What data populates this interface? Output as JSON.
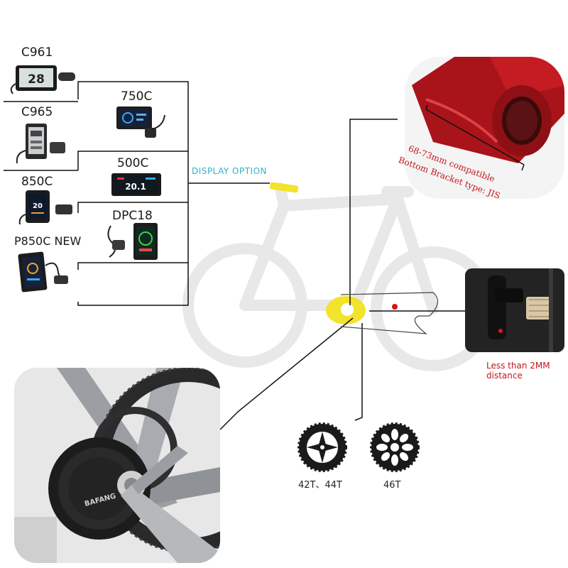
{
  "displays": [
    {
      "label": "C961",
      "screen_text": "28"
    },
    {
      "label": "750C",
      "screen_text": ""
    },
    {
      "label": "C965",
      "screen_text": ""
    },
    {
      "label": "500C",
      "screen_text": "20.1"
    },
    {
      "label": "850C",
      "screen_text": "20"
    },
    {
      "label": "DPC18",
      "screen_text": ""
    },
    {
      "label": "P850C NEW",
      "screen_text": ""
    }
  ],
  "display_option_label": "DISPLAY OPTION",
  "bottom_bracket": {
    "line1": "68-73mm compatible",
    "line2": "Bottom Bracket type: JIS"
  },
  "sensor_note": {
    "line1": "Less than 2MM",
    "line2": "distance"
  },
  "chainrings": [
    {
      "label": "42T、44T"
    },
    {
      "label": "46T"
    }
  ],
  "motor_brand": "BAFANG",
  "colors": {
    "accent_option": "#2fb3c6",
    "frame_red": "#b0161a",
    "note_red": "#c4161c",
    "highlight_yellow": "#f2e32c",
    "bike_silhouette": "#e6e6e6"
  }
}
